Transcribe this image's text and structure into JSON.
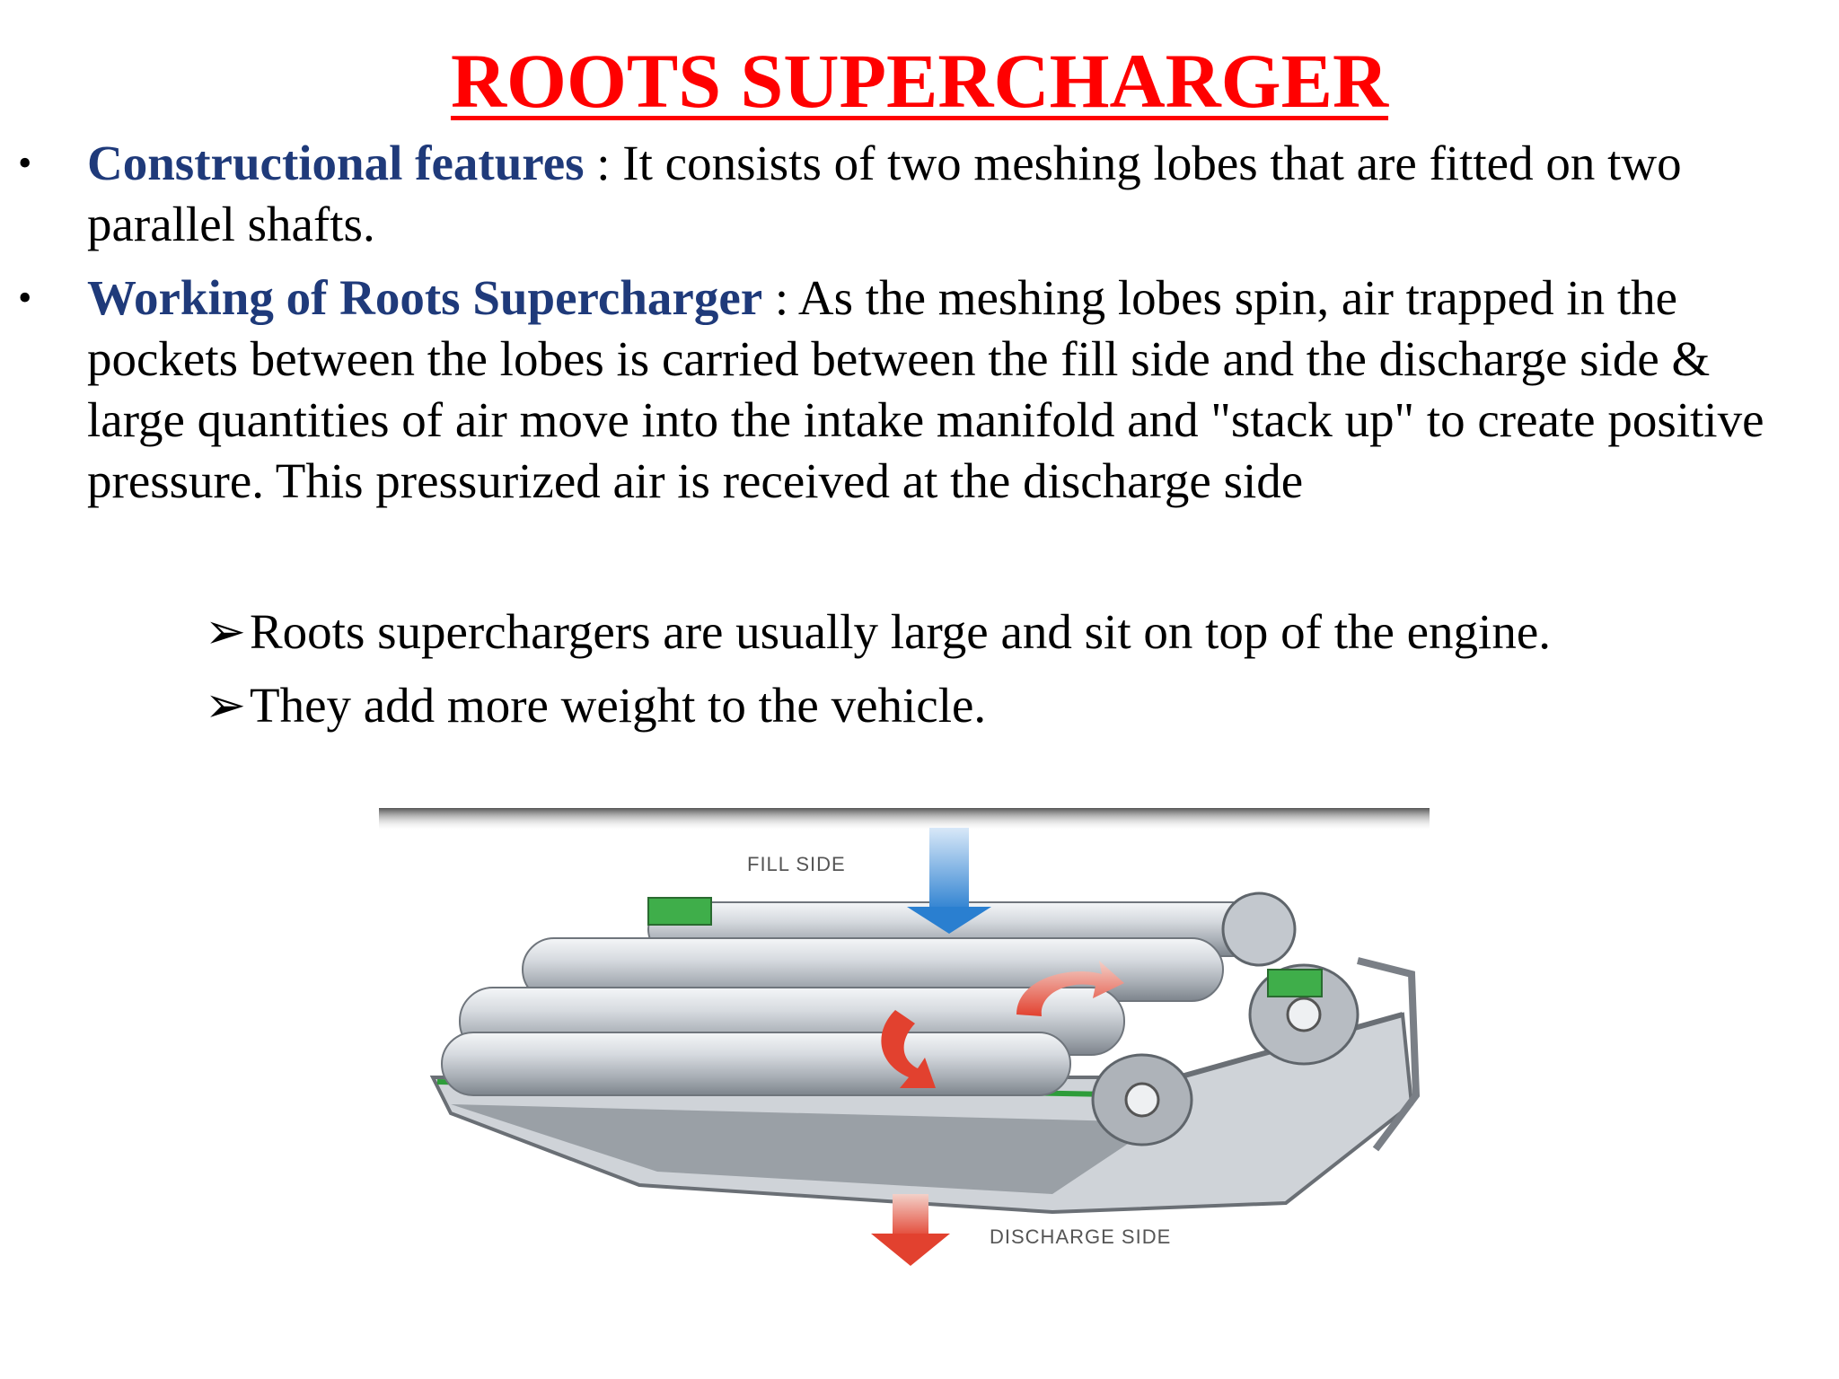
{
  "title": "ROOTS SUPERCHARGER",
  "bullets": [
    {
      "label": "Constructional features",
      "text": " : It consists of two meshing lobes that are fitted on two parallel shafts."
    },
    {
      "label": "Working of Roots Supercharger",
      "text": " : As the meshing lobes spin, air trapped in the pockets between the lobes is carried between the fill side and the discharge side & large quantities of air move into the intake manifold and \"stack up\" to create positive pressure. This pressurized air is received at the discharge side"
    }
  ],
  "notes": [
    "Roots superchargers are usually large and sit on top of the engine.",
    "They add more weight to the vehicle."
  ],
  "figure": {
    "fill_label": "FILL SIDE",
    "discharge_label": "DISCHARGE SIDE"
  }
}
